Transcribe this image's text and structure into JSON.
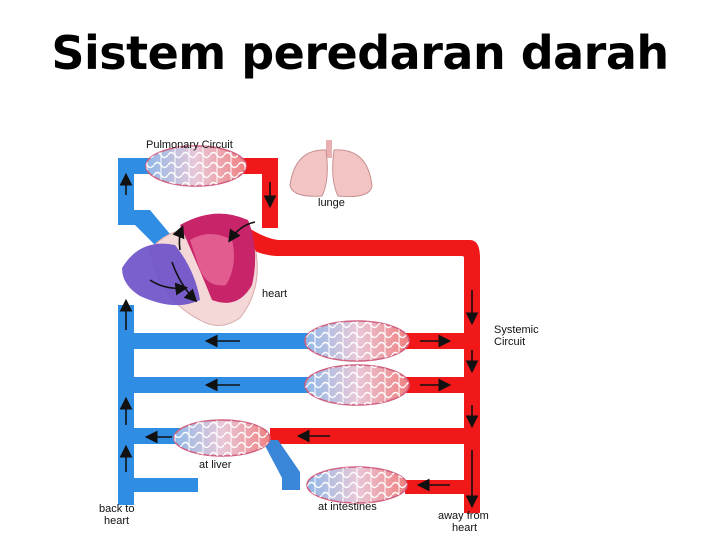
{
  "slide": {
    "title": "Sistem peredaran darah"
  },
  "diagram": {
    "labels": {
      "pulmonary": "Pulmonary Circuit",
      "lungs": "lunge",
      "heart": "heart",
      "systemic_1": "Systemic",
      "systemic_2": "Circuit",
      "liver": "at liver",
      "intestines": "at intestines",
      "back_1": "back to",
      "back_2": "heart",
      "away_1": "away from",
      "away_2": "heart"
    },
    "colors": {
      "oxygenated": "#f01818",
      "deoxygenated": "#2f8de4",
      "heart": "#c8246a",
      "heart_chamber": "#6a4fc8",
      "lung": "#f2c4c4",
      "arrow": "#111111"
    }
  }
}
